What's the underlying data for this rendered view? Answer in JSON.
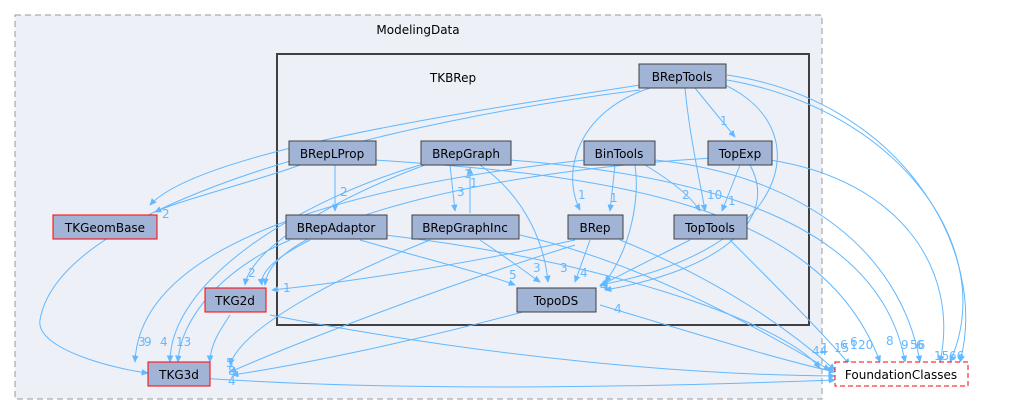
{
  "diagram": {
    "outer_cluster": {
      "label": "ModelingData"
    },
    "inner_cluster": {
      "label": "TKBRep"
    },
    "nodes": [
      {
        "id": "BRepTools",
        "label": "BRepTools",
        "kind": "inner"
      },
      {
        "id": "BRepLProp",
        "label": "BRepLProp",
        "kind": "inner"
      },
      {
        "id": "BRepGraph",
        "label": "BRepGraph",
        "kind": "inner"
      },
      {
        "id": "BinTools",
        "label": "BinTools",
        "kind": "inner"
      },
      {
        "id": "TopExp",
        "label": "TopExp",
        "kind": "inner"
      },
      {
        "id": "BRepAdaptor",
        "label": "BRepAdaptor",
        "kind": "inner"
      },
      {
        "id": "BRepGraphInc",
        "label": "BRepGraphInc",
        "kind": "inner"
      },
      {
        "id": "BRep",
        "label": "BRep",
        "kind": "inner"
      },
      {
        "id": "TopTools",
        "label": "TopTools",
        "kind": "inner"
      },
      {
        "id": "TopoDS",
        "label": "TopoDS",
        "kind": "inner"
      },
      {
        "id": "TKGeomBase",
        "label": "TKGeomBase",
        "kind": "external"
      },
      {
        "id": "TKG2d",
        "label": "TKG2d",
        "kind": "external"
      },
      {
        "id": "TKG3d",
        "label": "TKG3d",
        "kind": "external"
      },
      {
        "id": "FoundationClasses",
        "label": "FoundationClasses",
        "kind": "foundation"
      }
    ],
    "edge_labels": [
      "1",
      "10",
      "1",
      "1",
      "1",
      "2",
      "1",
      "3",
      "2",
      "1",
      "2",
      "4",
      "1",
      "2",
      "1",
      "4",
      "3",
      "3",
      "5",
      "4",
      "1",
      "6",
      "20",
      "8",
      "9",
      "56",
      "15",
      "66",
      "3",
      "9",
      "4",
      "13",
      "5",
      "8",
      "4",
      "44",
      "15",
      "6",
      "1",
      "6"
    ],
    "colors": {
      "edge": "#63b8ff",
      "node_fill": "#a2b4d6",
      "node_border": "#404040",
      "external_border": "#ff0000",
      "cluster_fill": "#edf0f7"
    }
  }
}
